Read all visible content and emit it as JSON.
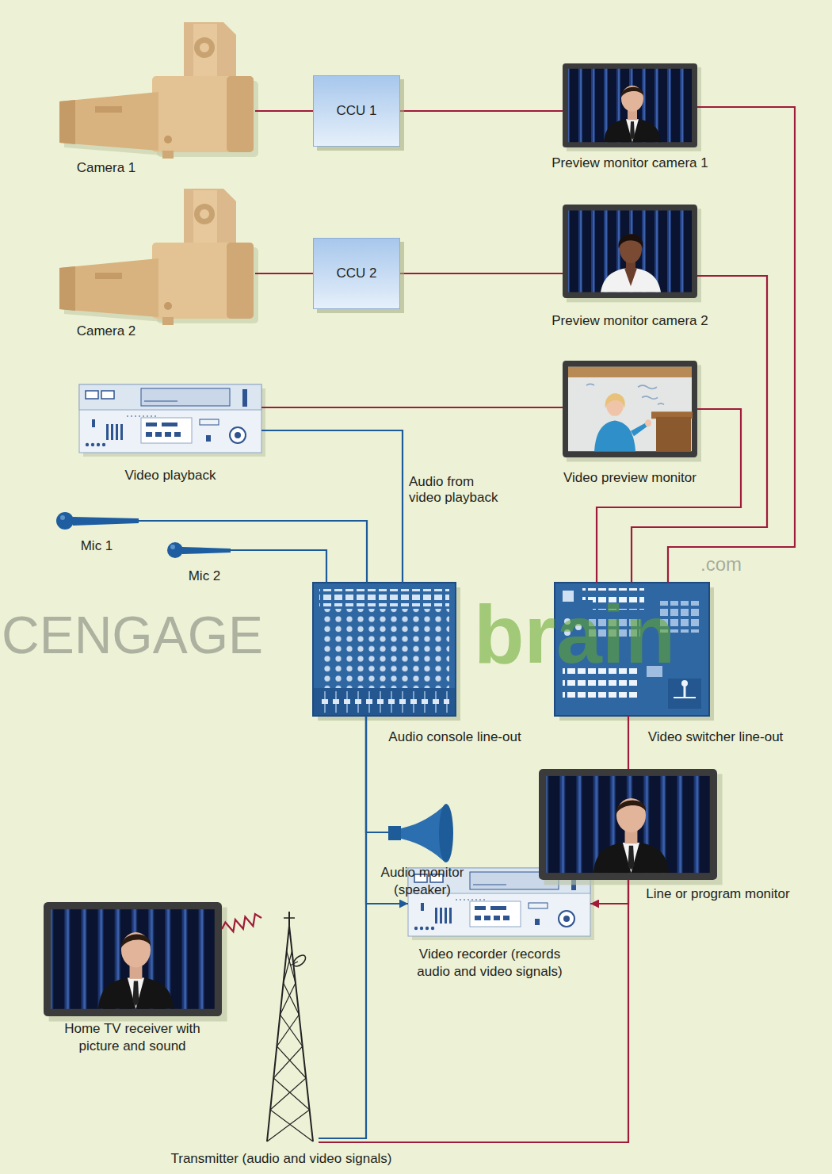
{
  "diagram": {
    "nodes": [
      {
        "text": [
          "Camera 1"
        ]
      },
      {
        "text": [
          "CCU 1"
        ]
      },
      {
        "text": [
          "Preview monitor camera 1"
        ]
      },
      {
        "text": [
          "Camera 2"
        ]
      },
      {
        "text": [
          "CCU 2"
        ]
      },
      {
        "text": [
          "Preview monitor camera 2"
        ]
      },
      {
        "text": [
          "Video playback"
        ]
      },
      {
        "text": [
          "Video preview monitor"
        ]
      },
      {
        "text": [
          "Mic 1"
        ]
      },
      {
        "text": [
          "Mic 2"
        ]
      },
      {
        "text": [
          "Audio console line-out"
        ]
      },
      {
        "text": [
          "Video switcher line-out"
        ]
      },
      {
        "text": [
          "Audio monitor (speaker)"
        ]
      },
      {
        "text": [
          "Line or program monitor"
        ]
      },
      {
        "text": [
          "Home TV receiver with picture and sound"
        ]
      },
      {
        "text": [
          "Video recorder (records audio and video signals)"
        ]
      },
      {
        "text": [
          "Transmitter (audio and video signals)"
        ]
      }
    ],
    "edges": [
      {
        "from": 0,
        "to": 1,
        "arrow": "none"
      },
      {
        "from": 1,
        "to": 2,
        "arrow": "none"
      },
      {
        "from": 3,
        "to": 4,
        "arrow": "none"
      },
      {
        "from": 4,
        "to": 5,
        "arrow": "none"
      },
      {
        "from": 2,
        "to": 11,
        "arrow": "none"
      },
      {
        "from": 5,
        "to": 11,
        "arrow": "none"
      },
      {
        "from": 6,
        "to": 7,
        "arrow": "none"
      },
      {
        "from": 7,
        "to": 11,
        "arrow": "none"
      },
      {
        "from": 6,
        "to": 10,
        "label": "Audio from video playback",
        "arrow": "none"
      },
      {
        "from": 8,
        "to": 10,
        "arrow": "none"
      },
      {
        "from": 9,
        "to": 10,
        "arrow": "none"
      },
      {
        "from": 11,
        "to": 13,
        "arrow": "none"
      },
      {
        "from": 10,
        "to": 12,
        "arrow": "none"
      },
      {
        "from": 10,
        "to": 15,
        "arrow": "to"
      },
      {
        "from": 13,
        "to": 15,
        "arrow": "to"
      },
      {
        "from": 10,
        "to": 16,
        "arrow": "none"
      },
      {
        "from": 13,
        "to": 16,
        "arrow": "none"
      },
      {
        "from": 16,
        "to": 14,
        "arrow": "none"
      }
    ],
    "labels": [
      "CENGAGE",
      "brain",
      ".com"
    ]
  }
}
